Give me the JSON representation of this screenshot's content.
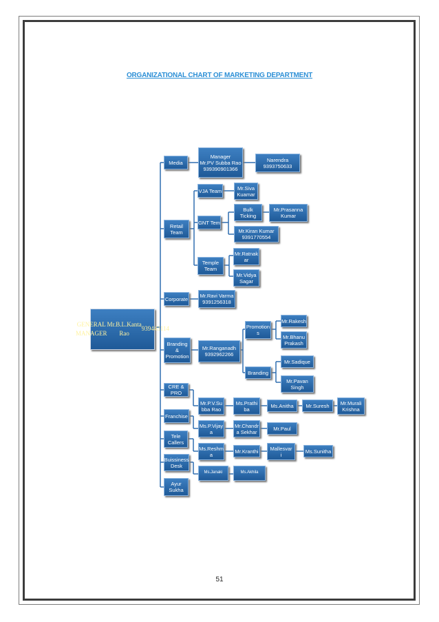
{
  "title": "ORGANIZATIONAL CHART OF MARKETING DEPARTMENT",
  "page_number": "51",
  "general_manager": {
    "role": "GENERAL MANAGER",
    "name": "Mr.B.L.Kanta Rao",
    "phone": "939443114"
  },
  "departments": {
    "media": "Media",
    "retail": "Retail\nTeam",
    "corporate": "Corporate",
    "branding_promotion": "Branding\n&\nPromotion",
    "cre_pro": "CRE & PRO",
    "franchise": "Franchise",
    "tele_callers": "Tele\nCallers",
    "business_desk": "Buissiness\nDesk",
    "ayur_sukha": "Ayur\nSukha"
  },
  "nodes": {
    "media_manager": "Manager\nMr.PV Subba Rao\n939390901366",
    "narendra": "Narendra\n9393750633",
    "vja_team": "VJA Team",
    "siva_kumar": "Mr.Siva\nKuamar",
    "gnt_team": "GNT Tem",
    "bulk_ticketing": "Bulk\nTicking",
    "prasanna_kumar": "Mr.Prasanna\nKumar",
    "kiran_kumar": "Mr.Kiran Kumar\n9391770554",
    "temple_team": "Temple\nTeam",
    "ratnakar": "Mr.Ratnak\nar",
    "vidya_sagar": "Mr.Vidya\nSagar",
    "ravi_varma": "Mr.Ravi Varma\n9391256318",
    "ranganadh": "Mr.Ranganadh\n9392962266",
    "promotions": "Promotion\ns",
    "rakesh": "Mr.Rakesh",
    "bhanu_prakash": "Mr.Bhanu\nPrakash",
    "branding": "Branding",
    "sadique": "Mr.Sadique",
    "pavan_singh": "Mr.Pavan\nSingh",
    "pv_subba_rao": "Mr.P.V.Su\nbba Rao",
    "prathiba": "Ms.Prathi\nba",
    "anitha": "Ms.Anitha",
    "suresh": "Mr.Suresh",
    "murali_krishna": "Mr.Murali\nKrishna",
    "vijaya": "Ms.P.Vijay\na",
    "chandra_sekhar": "Mr.Chandr\na Sekhar",
    "paul": "Mr.Paul",
    "reshma": "Ms.Reshm\na",
    "kranthi": "Mr.Kranthi",
    "malleswari": "Mallesvar\ni",
    "sunitha": "Ms.Sunitha",
    "janaki": "Ms.Janaki",
    "akhila": "Ms.Akhila"
  }
}
